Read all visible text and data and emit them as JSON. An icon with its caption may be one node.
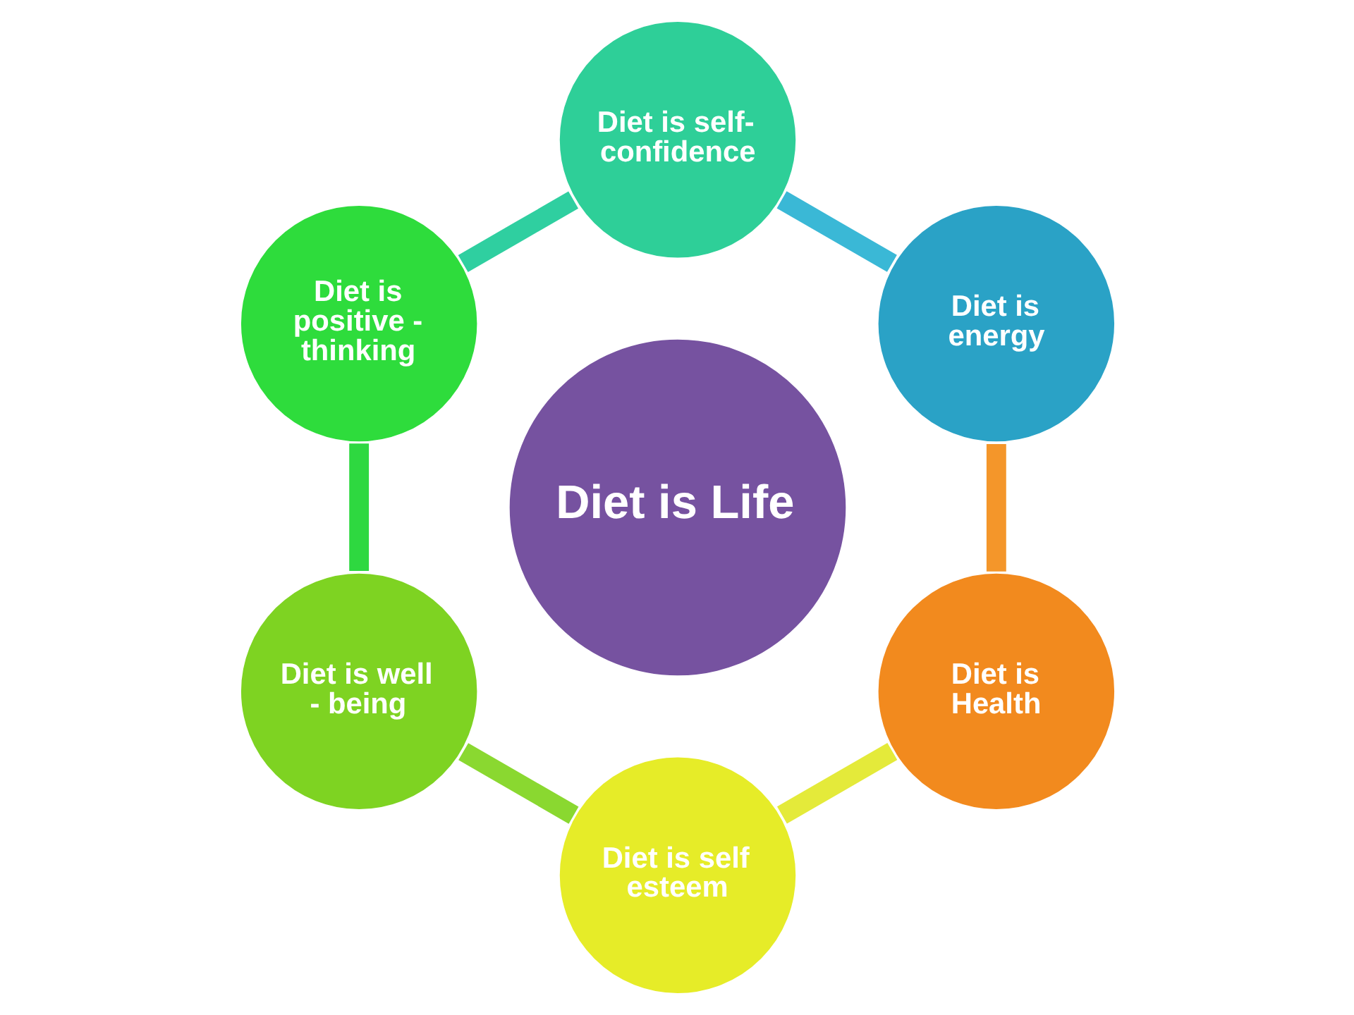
{
  "diagram": {
    "nodes": [
      {
        "text": [
          "Diet is Life"
        ]
      },
      {
        "text": [
          "Diet is energy"
        ]
      },
      {
        "text": [
          "Diet is self- confidence"
        ]
      },
      {
        "text": [
          "Diet is positive - thinking"
        ]
      },
      {
        "text": [
          "Diet is well - being"
        ]
      },
      {
        "text": [
          "Diet is self esteem"
        ]
      },
      {
        "text": [
          "Diet is Health"
        ]
      }
    ],
    "edges": [
      {
        "from": 1,
        "to": 2,
        "arrow": "none",
        "color": "#3ab8d6"
      },
      {
        "from": 2,
        "to": 3,
        "arrow": "none",
        "color": "#2fcfa0"
      },
      {
        "from": 3,
        "to": 4,
        "arrow": "none",
        "color": "#2ed840"
      },
      {
        "from": 4,
        "to": 5,
        "arrow": "none",
        "color": "#8ad830"
      },
      {
        "from": 5,
        "to": 6,
        "arrow": "none",
        "color": "#e4ea3a"
      },
      {
        "from": 6,
        "to": 1,
        "arrow": "none",
        "color": "#f4962a"
      }
    ]
  }
}
